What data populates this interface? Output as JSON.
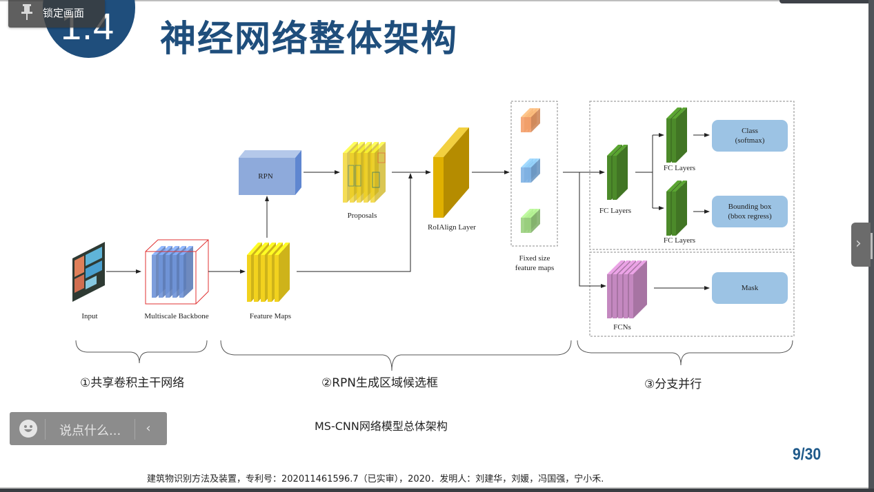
{
  "slide": {
    "section_number": "1.4",
    "title": "神经网络整体架构",
    "caption": "MS-CNN网络模型总体架构",
    "footnote": "建筑物识别方法及装置，专利号：202011461596.7（已实审），2020．发明人：刘建华，刘媛，冯国强，宁小禾.",
    "page_indicator": "9/30"
  },
  "overlay": {
    "lock_label": "锁定画面",
    "chat_placeholder": "说点什么...",
    "chat_collapse": "‹",
    "next_arrow": "›"
  },
  "diagram": {
    "nodes": {
      "input": "Input",
      "backbone": "Multiscale Backbone",
      "feature_maps": "Feature Maps",
      "rpn": "RPN",
      "proposals": "Proposals",
      "roialign": "RoIAlign Layer",
      "fixed_size_1": "Fixed size",
      "fixed_size_2": "feature maps",
      "fc_layers_main": "FC Layers",
      "fc_layers_top": "FC Layers",
      "fc_layers_bottom": "FC Layers",
      "fcns": "FCNs",
      "class_1": "Class",
      "class_2": "(softmax)",
      "bbox_1": "Bounding box",
      "bbox_2": "(bbox regress)",
      "mask": "Mask"
    },
    "sections": [
      {
        "label": "①共享卷积主干网络"
      },
      {
        "label": "②RPN生成区域候选框"
      },
      {
        "label": "③分支并行"
      }
    ],
    "colors": {
      "backbone": "#6f93d8",
      "feature": "#f2d21e",
      "rpn": "#8eaadb",
      "roialign": "#d6a800",
      "fc": "#4c8a2a",
      "fcn": "#c488c0",
      "output_box": "#9cc3e4",
      "orange": "#f4a06a",
      "blue": "#7fb2e4",
      "green": "#9ad07e"
    }
  }
}
